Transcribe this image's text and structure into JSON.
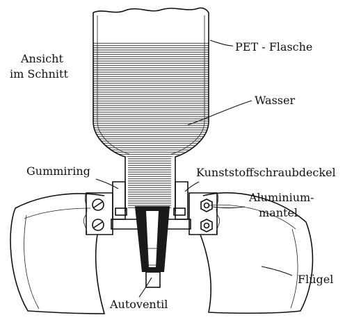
{
  "labels": {
    "view_line1": "Ansicht",
    "view_line2": "im Schnitt",
    "pet_bottle": "PET - Flasche",
    "water": "Wasser",
    "rubber_ring": "Gummiring",
    "plastic_cap": "Kunststoffschraubdeckel",
    "alu_line1": "Aluminium-",
    "alu_line2": "mantel",
    "wing": "Flügel",
    "valve": "Autoventil"
  },
  "colors": {
    "ink": "#111111",
    "background": "#ffffff",
    "valve_dark": "#1a1a1a"
  }
}
